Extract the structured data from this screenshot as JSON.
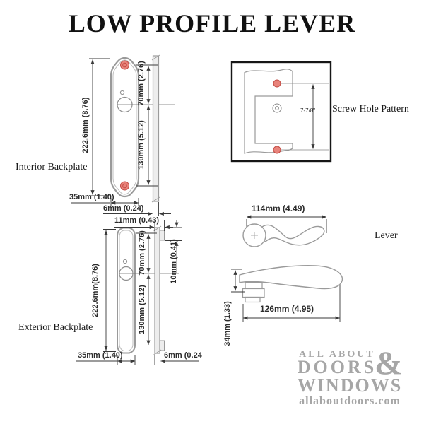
{
  "title": "LOW PROFILE LEVER",
  "colors": {
    "plate_line": "#9a9a9a",
    "dimension_line": "#3a3a3a",
    "screw_red": "#e8837b",
    "screw_ring": "#c24a42",
    "logo_gray": "#a6a6a6"
  },
  "interior": {
    "label": "Interior Backplate",
    "height": "222.6mm (8.76)",
    "screw_to_center": "70mm (2.76)",
    "center_to_screw": "130mm (5.12)",
    "width": "35mm (1.40)",
    "thickness": "6mm (0.24)"
  },
  "exterior": {
    "label": "Exterior Backplate",
    "top_thickness": "11mm (0.43)",
    "height": "222.6mm(8.76)",
    "screw_to_center": "70mm (2.76)",
    "center_to_screw": "130mm (5.12)",
    "clip_height": "10mm (0.41)",
    "width": "35mm (1.40)",
    "thickness": "6mm (0.24"
  },
  "screw_pattern": {
    "label": "Screw Hole Pattern",
    "spacing": "7-7/8\""
  },
  "lever": {
    "label": "Lever",
    "top_length": "114mm (4.49)",
    "side_length": "126mm (4.95)",
    "side_height": "34mm (1.33)"
  },
  "logo": {
    "line1": "ALL ABOUT",
    "line2": "DOORS",
    "ampersand": "&",
    "line3": "WINDOWS",
    "website": "allaboutdoors.com"
  }
}
